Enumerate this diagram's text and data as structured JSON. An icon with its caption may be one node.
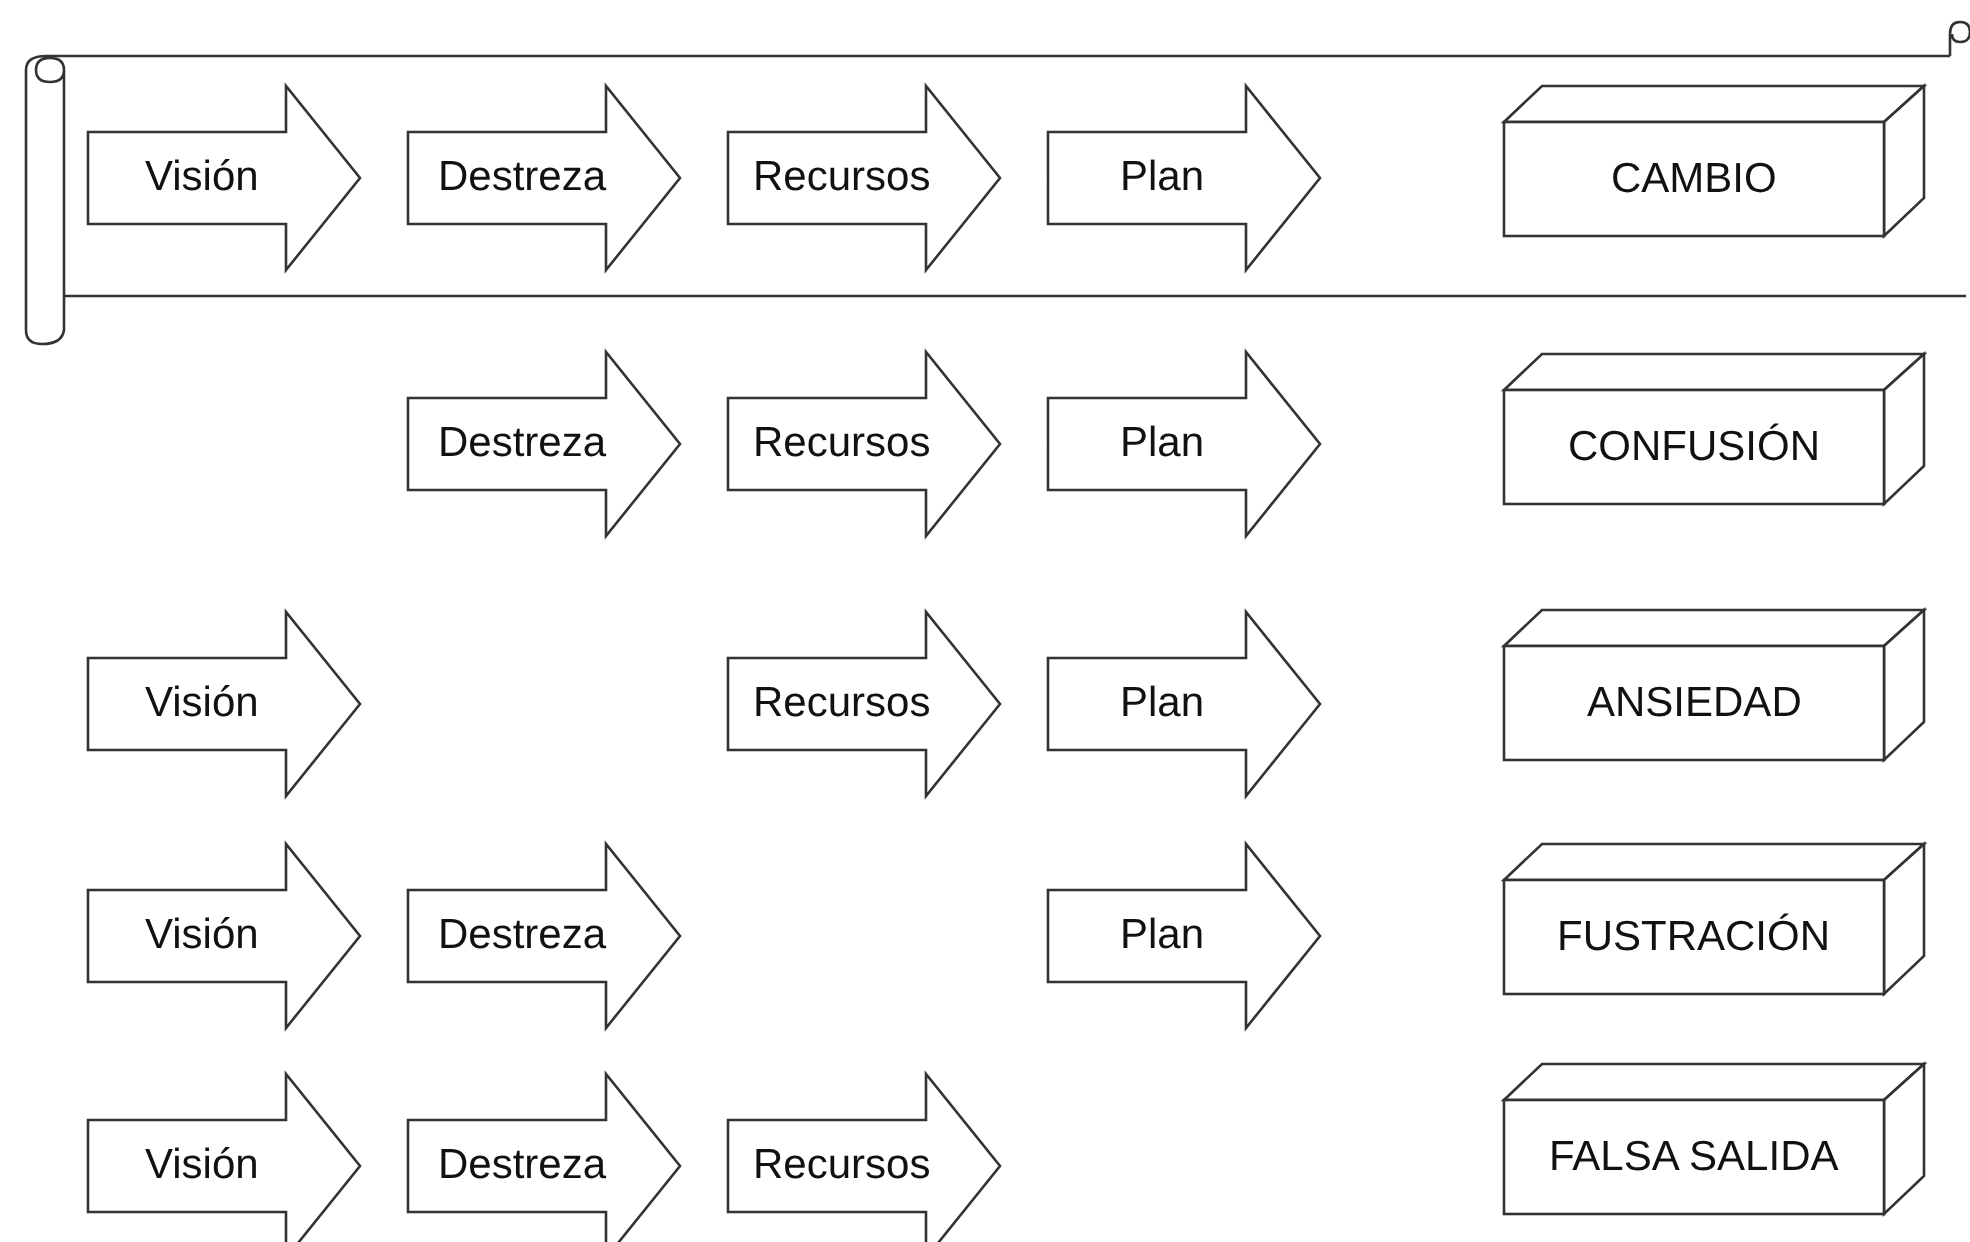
{
  "diagram": {
    "nodes": [
      {
        "text": [],
        "shape": "scroll"
      },
      {
        "text": [
          "Visión"
        ],
        "in": 0
      },
      {
        "text": [
          "Destreza"
        ],
        "in": 0
      },
      {
        "text": [
          "Recursos"
        ],
        "in": 0
      },
      {
        "text": [
          "Plan"
        ],
        "in": 0
      },
      {
        "text": [
          "CAMBIO"
        ],
        "in": 0
      },
      {
        "text": [
          "Destreza"
        ]
      },
      {
        "text": [
          "Recursos"
        ]
      },
      {
        "text": [
          "Plan"
        ]
      },
      {
        "text": [
          "CONFUSIÓN"
        ]
      },
      {
        "text": [
          "Visión"
        ]
      },
      {
        "text": [
          "Recursos"
        ]
      },
      {
        "text": [
          "Plan"
        ]
      },
      {
        "text": [
          "ANSIEDAD"
        ]
      },
      {
        "text": [
          "Visión"
        ]
      },
      {
        "text": [
          "Destreza"
        ]
      },
      {
        "text": [
          "Plan"
        ]
      },
      {
        "text": [
          "FUSTRACIÓN"
        ]
      },
      {
        "text": [
          "Visión"
        ]
      },
      {
        "text": [
          "Destreza"
        ]
      },
      {
        "text": [
          "Recursos"
        ]
      },
      {
        "text": [
          "FALSA SALIDA"
        ]
      }
    ]
  }
}
